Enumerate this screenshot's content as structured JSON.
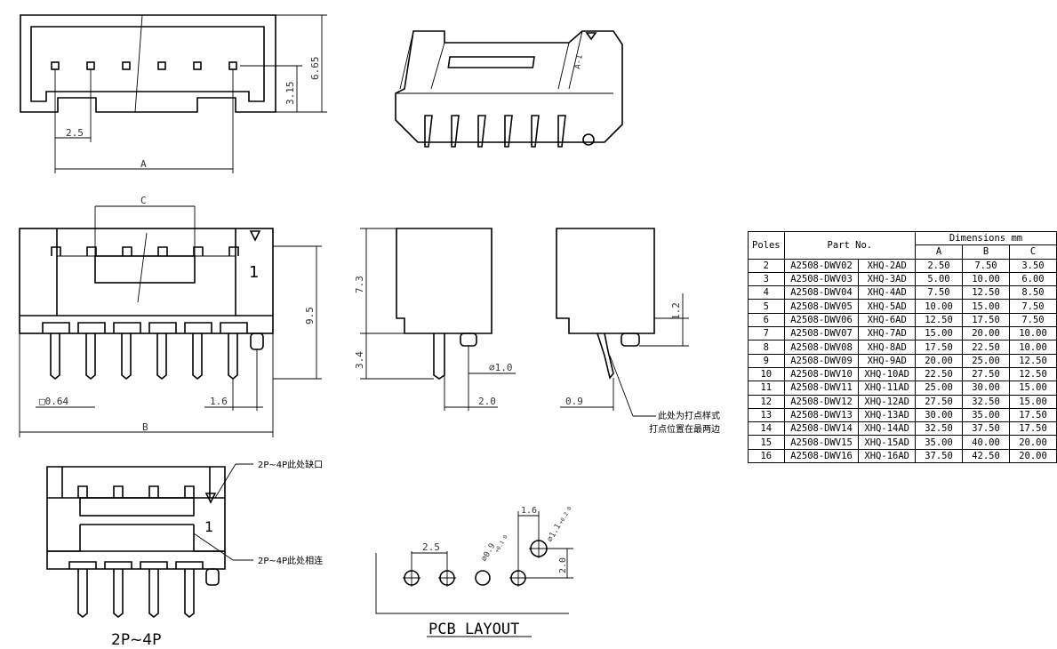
{
  "top_view": {
    "dim_overall_height": "6.65",
    "dim_inner_height": "3.15",
    "dim_pitch": "2.5",
    "dim_a": "A"
  },
  "front_view": {
    "dim_c": "C",
    "dim_b": "B",
    "dim_height": "9.5",
    "dim_pin_size": "□0.64",
    "dim_peg": "1.6",
    "pin1_marker": "1"
  },
  "side_view": {
    "dim_body": "7.3",
    "dim_pin": "3.4",
    "dim_peg_dia": "⌀1.0",
    "dim_offset": "2.0"
  },
  "side_view_right": {
    "dim_step": "1.2",
    "dim_left": "0.9",
    "note_line1": "此处为打点样式",
    "note_line2": "打点位置在最两边"
  },
  "small_view": {
    "note_gap": "2P~4P此处缺口",
    "note_joined": "2P~4P此处相连",
    "pin1_marker": "1",
    "caption": "2P~4P"
  },
  "pcb": {
    "title": "PCB LAYOUT",
    "dim_pitch": "2.5",
    "dim_hole_a": "⌀0.9",
    "dim_hole_a_tol": "+0.1 0",
    "dim_offset": "1.6",
    "dim_hole_b": "⌀1.1",
    "dim_hole_b_tol": "+0.2 0",
    "dim_row": "2.0"
  },
  "iso_view": {
    "mark": "A-1"
  },
  "table": {
    "header_poles": "Poles",
    "header_part": "Part No.",
    "header_dims": "Dimensions mm",
    "header_a": "A",
    "header_b": "B",
    "header_c": "C",
    "rows": [
      {
        "poles": "2",
        "part": "A2508-DWV02",
        "xhq": "XHQ-2AD",
        "a": "2.50",
        "b": "7.50",
        "c": "3.50"
      },
      {
        "poles": "3",
        "part": "A2508-DWV03",
        "xhq": "XHQ-3AD",
        "a": "5.00",
        "b": "10.00",
        "c": "6.00"
      },
      {
        "poles": "4",
        "part": "A2508-DWV04",
        "xhq": "XHQ-4AD",
        "a": "7.50",
        "b": "12.50",
        "c": "8.50"
      },
      {
        "poles": "5",
        "part": "A2508-DWV05",
        "xhq": "XHQ-5AD",
        "a": "10.00",
        "b": "15.00",
        "c": "7.50"
      },
      {
        "poles": "6",
        "part": "A2508-DWV06",
        "xhq": "XHQ-6AD",
        "a": "12.50",
        "b": "17.50",
        "c": "7.50"
      },
      {
        "poles": "7",
        "part": "A2508-DWV07",
        "xhq": "XHQ-7AD",
        "a": "15.00",
        "b": "20.00",
        "c": "10.00"
      },
      {
        "poles": "8",
        "part": "A2508-DWV08",
        "xhq": "XHQ-8AD",
        "a": "17.50",
        "b": "22.50",
        "c": "10.00"
      },
      {
        "poles": "9",
        "part": "A2508-DWV09",
        "xhq": "XHQ-9AD",
        "a": "20.00",
        "b": "25.00",
        "c": "12.50"
      },
      {
        "poles": "10",
        "part": "A2508-DWV10",
        "xhq": "XHQ-10AD",
        "a": "22.50",
        "b": "27.50",
        "c": "12.50"
      },
      {
        "poles": "11",
        "part": "A2508-DWV11",
        "xhq": "XHQ-11AD",
        "a": "25.00",
        "b": "30.00",
        "c": "15.00"
      },
      {
        "poles": "12",
        "part": "A2508-DWV12",
        "xhq": "XHQ-12AD",
        "a": "27.50",
        "b": "32.50",
        "c": "15.00"
      },
      {
        "poles": "13",
        "part": "A2508-DWV13",
        "xhq": "XHQ-13AD",
        "a": "30.00",
        "b": "35.00",
        "c": "17.50"
      },
      {
        "poles": "14",
        "part": "A2508-DWV14",
        "xhq": "XHQ-14AD",
        "a": "32.50",
        "b": "37.50",
        "c": "17.50"
      },
      {
        "poles": "15",
        "part": "A2508-DWV15",
        "xhq": "XHQ-15AD",
        "a": "35.00",
        "b": "40.00",
        "c": "20.00"
      },
      {
        "poles": "16",
        "part": "A2508-DWV16",
        "xhq": "XHQ-16AD",
        "a": "37.50",
        "b": "42.50",
        "c": "20.00"
      }
    ]
  }
}
